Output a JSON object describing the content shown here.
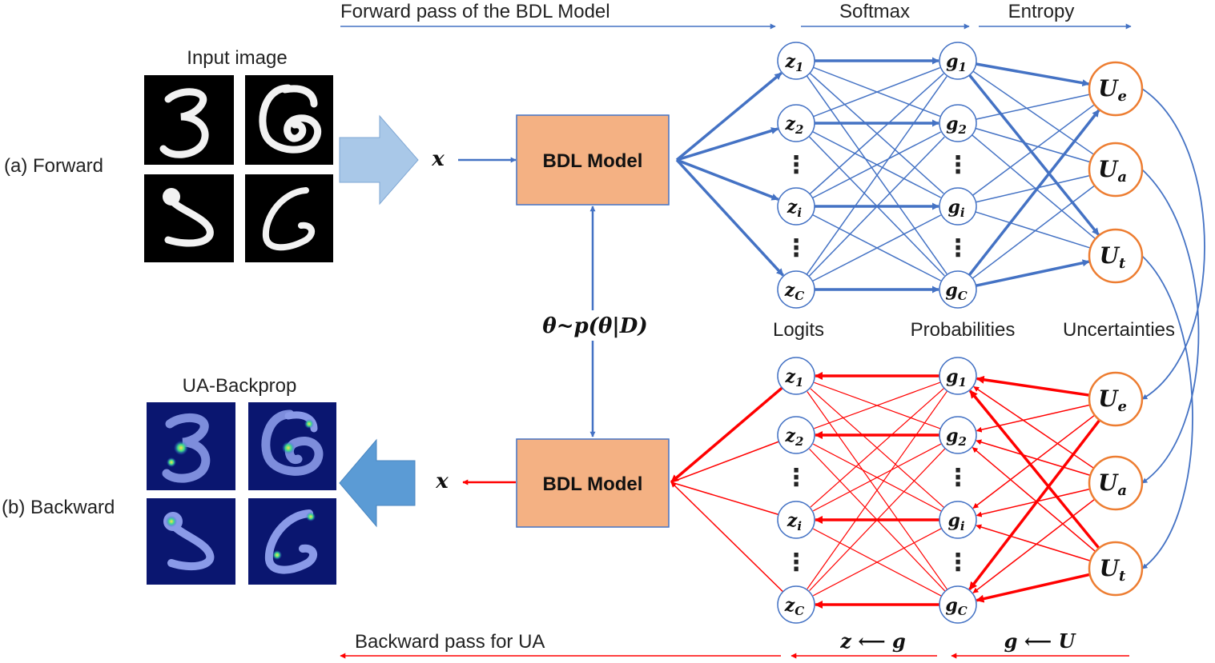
{
  "header": {
    "forward_caption": "Forward pass of the BDL Model",
    "softmax": "Softmax",
    "entropy": "Entropy"
  },
  "panels": {
    "forward_label": "(a) Forward",
    "backward_label": "(b) Backward",
    "input_title": "Input image",
    "ua_title": "UA-Backprop"
  },
  "model": {
    "box_label": "BDL Model",
    "input_symbol": "x",
    "posterior": "θ~p(θ|D)"
  },
  "layers": {
    "logits_label": "Logits",
    "probabilities_label": "Probabilities",
    "uncertainties_label": "Uncertainties",
    "logits": [
      {
        "base": "z",
        "sub": "1"
      },
      {
        "base": "z",
        "sub": "2"
      },
      {
        "base": "z",
        "sub": "i"
      },
      {
        "base": "z",
        "sub": "C"
      }
    ],
    "probabilities": [
      {
        "base": "g",
        "sub": "1"
      },
      {
        "base": "g",
        "sub": "2"
      },
      {
        "base": "g",
        "sub": "i"
      },
      {
        "base": "g",
        "sub": "C"
      }
    ],
    "uncertainties": [
      {
        "base": "U",
        "sub": "e"
      },
      {
        "base": "U",
        "sub": "a"
      },
      {
        "base": "U",
        "sub": "t"
      }
    ],
    "ellipsis": "⋮"
  },
  "footer": {
    "backward_caption": "Backward pass for UA",
    "z_from_g": "z ⟵ g",
    "g_from_u": "g ⟵ U"
  },
  "colors": {
    "forward": "#4472c4",
    "backward": "#ff0000",
    "model_fill": "#f4b183",
    "model_stroke": "#4472c4",
    "node_stroke": "#4472c4",
    "uncert_stroke": "#ed7d31",
    "arrow_fill": "#a9c8e8"
  }
}
